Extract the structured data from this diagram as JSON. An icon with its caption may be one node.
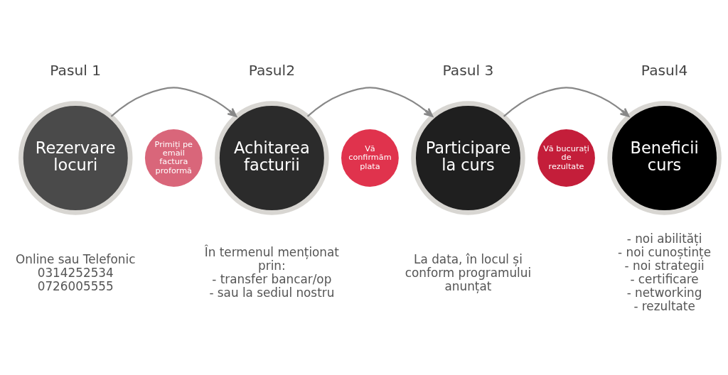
{
  "diagram": {
    "nodes": [
      {
        "text": [
          "Rezervare locuri"
        ],
        "beside": [
          "Pasul 1",
          "Online sau Telefonic",
          "0314252534",
          "0726005555"
        ]
      },
      {
        "text": [
          "Primiți pe email factura proformă"
        ]
      },
      {
        "text": [
          "Achitarea facturii"
        ],
        "beside": [
          "Pasul2",
          "În termenul menționat prin:",
          "- transfer bancar/op",
          "- sau la sediul nostru"
        ]
      },
      {
        "text": [
          "Vă confirmăm plata"
        ]
      },
      {
        "text": [
          "Participare la curs"
        ],
        "beside": [
          "Pasul 3",
          "La data, în locul și conform programului anunțat"
        ]
      },
      {
        "text": [
          "Vă bucurați de rezultate"
        ]
      },
      {
        "text": [
          "Beneficii curs"
        ],
        "beside": [
          "Pasul4",
          "- noi abilități",
          "- noi cunoștințe",
          "- noi strategii",
          "- certificare",
          "- networking",
          "- rezultate"
        ]
      }
    ],
    "edges": [
      {
        "from": 0,
        "to": 2,
        "arrow": "to"
      },
      {
        "from": 2,
        "to": 4,
        "arrow": "to"
      },
      {
        "from": 4,
        "to": 6,
        "arrow": "to"
      }
    ]
  }
}
